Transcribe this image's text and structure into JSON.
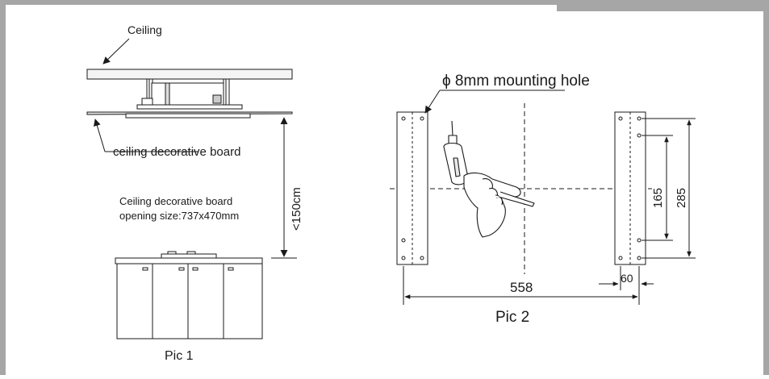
{
  "pic1": {
    "ceiling_label": "Ceiling",
    "board_label": "ceiling decorative board",
    "note_line1": "Ceiling decorative board",
    "note_line2": "opening size:737x470mm",
    "height_label": "<150cm",
    "caption": "Pic 1"
  },
  "pic2": {
    "hole_label": "ϕ 8mm mounting hole",
    "dim_width": "558",
    "dim_offset": "60",
    "dim_inner": "165",
    "dim_outer": "285",
    "caption": "Pic 2"
  },
  "colors": {
    "frame": "#a6a6a6",
    "line": "#1a1a1a",
    "board_fill": "#f4f4f4"
  }
}
